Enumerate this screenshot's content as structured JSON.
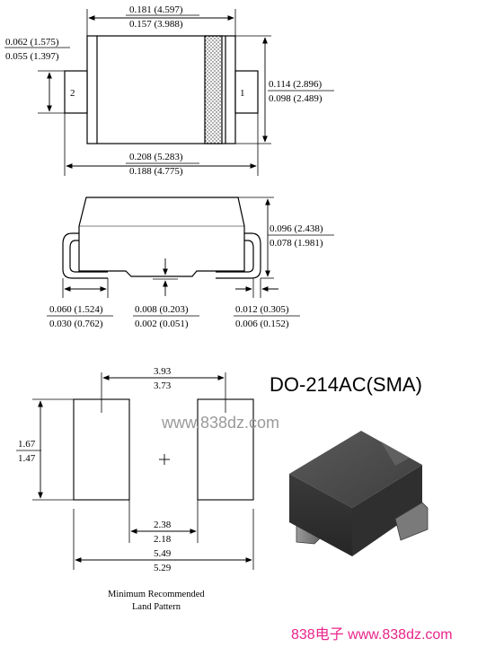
{
  "top_view": {
    "width_max": "0.181 (4.597)",
    "width_min": "0.157 (3.988)",
    "lead_w_max": "0.062 (1.575)",
    "lead_w_min": "0.055 (1.397)",
    "height_max": "0.114 (2.896)",
    "height_min": "0.098 (2.489)",
    "overall_max": "0.208 (5.283)",
    "overall_min": "0.188 (4.775)",
    "pin_left": "2",
    "pin_right": "1"
  },
  "side_view": {
    "thick_max": "0.096 (2.438)",
    "thick_min": "0.078 (1.981)",
    "foot_max": "0.060 (1.524)",
    "foot_min": "0.030 (0.762)",
    "standoff_max": "0.008 (0.203)",
    "standoff_min": "0.002 (0.051)",
    "lead_t_max": "0.012 (0.305)",
    "lead_t_min": "0.006 (0.152)"
  },
  "land_pattern": {
    "span_max": "3.93",
    "span_min": "3.73",
    "pad_h_max": "1.67",
    "pad_h_min": "1.47",
    "gap_max": "2.38",
    "gap_min": "2.18",
    "total_max": "5.49",
    "total_min": "5.29",
    "caption_line1": "Minimum Recommended",
    "caption_line2": "Land Pattern"
  },
  "package_name": "DO-214AC(SMA)",
  "watermark": "www.838dz.com",
  "footer": "838电子 www.838dz.com",
  "colors": {
    "body_dark": "#4a4a4a",
    "footer_pink": "#e8258a"
  }
}
